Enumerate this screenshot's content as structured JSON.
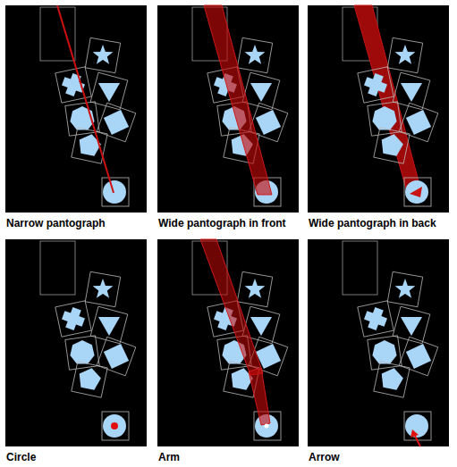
{
  "diagram": {
    "labels": [
      "Narrow pantograph",
      "Wide pantograph in front",
      "Wide pantograph in back",
      "Circle",
      "Arm",
      "Arrow"
    ]
  }
}
